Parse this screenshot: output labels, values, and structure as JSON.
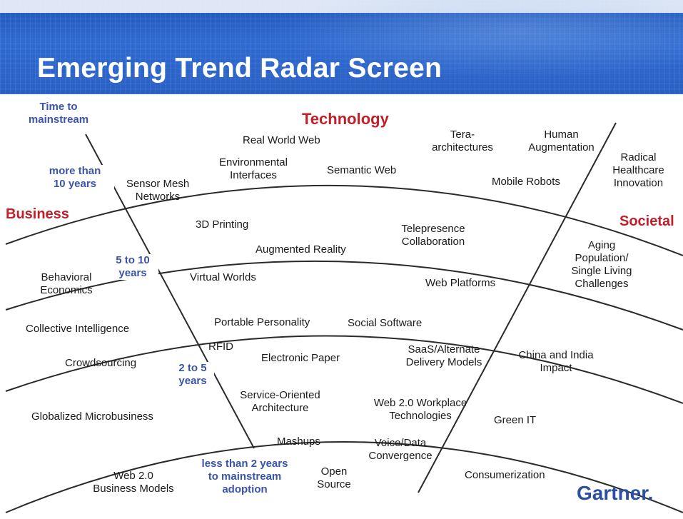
{
  "title": "Emerging Trend Radar Screen",
  "logo": "Gartner.",
  "sectors": {
    "technology": "Technology",
    "business": "Business",
    "societal": "Societal"
  },
  "bands": {
    "header": "Time to\nmainstream",
    "b1": "more than\n10 years",
    "b2": "5 to 10\nyears",
    "b3": "2 to 5\nyears",
    "b4": "less than 2 years\nto mainstream\nadoption"
  },
  "trends": {
    "real_world_web": "Real World Web",
    "tera_architectures": "Tera-\narchitectures",
    "human_augmentation": "Human\nAugmentation",
    "environmental_interfaces": "Environmental\nInterfaces",
    "semantic_web": "Semantic Web",
    "radical_healthcare": "Radical\nHealthcare\nInnovation",
    "sensor_mesh": "Sensor Mesh\nNetworks",
    "mobile_robots": "Mobile Robots",
    "printing_3d": "3D Printing",
    "telepresence": "Telepresence\nCollaboration",
    "augmented_reality": "Augmented Reality",
    "aging_population": "Aging\nPopulation/\nSingle Living\nChallenges",
    "behavioral_economics": "Behavioral\nEconomics",
    "virtual_worlds": "Virtual Worlds",
    "web_platforms": "Web Platforms",
    "portable_personality": "Portable Personality",
    "social_software": "Social Software",
    "collective_intelligence": "Collective Intelligence",
    "rfid": "RFID",
    "electronic_paper": "Electronic Paper",
    "saas": "SaaS/Alternate\nDelivery Models",
    "china_india": "China and India\nImpact",
    "crowdsourcing": "Crowdsourcing",
    "soa": "Service-Oriented\nArchitecture",
    "web20_workplace": "Web 2.0 Workplace\nTechnologies",
    "globalized_microbusiness": "Globalized Microbusiness",
    "green_it": "Green IT",
    "mashups": "Mashups",
    "voice_data": "Voice/Data\nConvergence",
    "web20_business": "Web 2.0\nBusiness Models",
    "open_source": "Open\nSource",
    "consumerization": "Consumerization"
  },
  "colors": {
    "banner": "#2a60c4",
    "sector_text": "#c0202a",
    "band_text": "#3a55a8",
    "logo": "#2b4fa3"
  }
}
